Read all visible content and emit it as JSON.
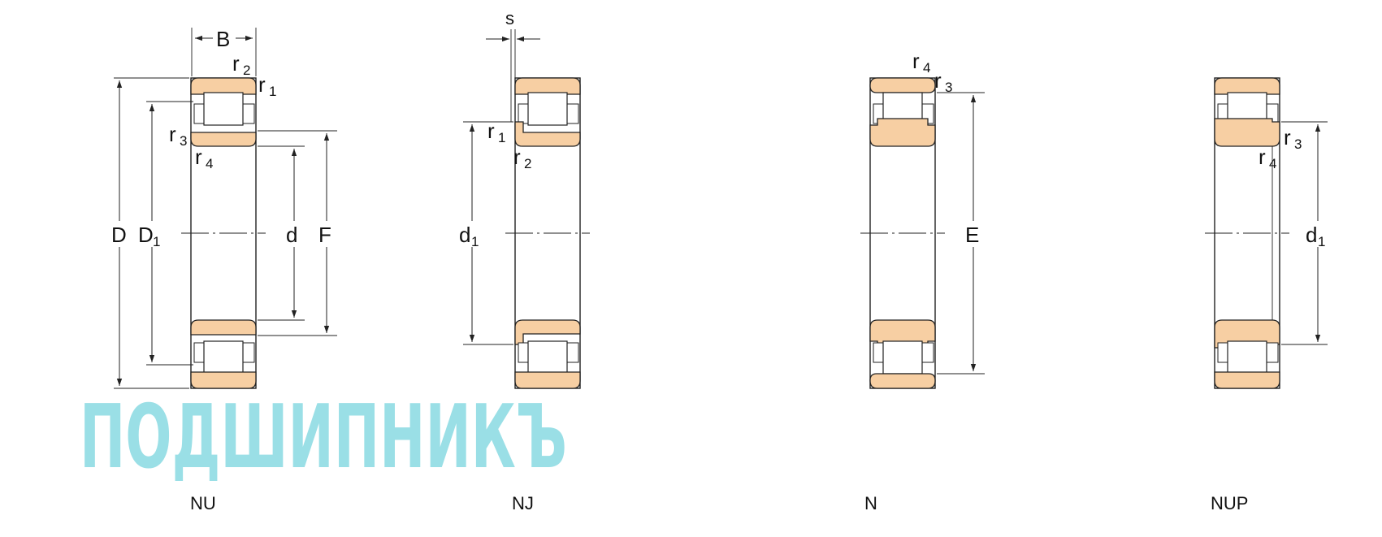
{
  "bearings": [
    {
      "id": "nu",
      "name": "NU"
    },
    {
      "id": "nj",
      "name": "NJ"
    },
    {
      "id": "n",
      "name": "N"
    },
    {
      "id": "nup",
      "name": "NUP"
    }
  ],
  "dimensions": {
    "B": "B",
    "s": "s",
    "D": "D",
    "D1": "D",
    "D1_sub": "1",
    "d": "d",
    "F": "F",
    "E": "E",
    "d1": "d",
    "d1_sub": "1",
    "r": "r",
    "sub1": "1",
    "sub2": "2",
    "sub3": "3",
    "sub4": "4"
  },
  "watermark": {
    "text": "ПОДШИПНИКЪ",
    "color": "#9adfe6"
  },
  "colors": {
    "ring": "#f7cfa3",
    "line": "#222222"
  }
}
